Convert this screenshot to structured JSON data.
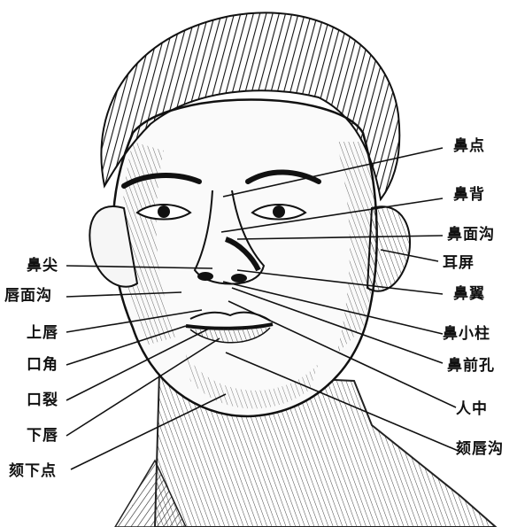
{
  "labels": {
    "bi_dian": "鼻点",
    "bi_bei": "鼻背",
    "bi_mian_gou": "鼻面沟",
    "er_ping": "耳屏",
    "bi_yi": "鼻翼",
    "bi_xiao_zhu": "鼻小柱",
    "bi_qian_kong": "鼻前孔",
    "ren_zhong": "人中",
    "ke_chun_gou": "颏唇沟",
    "bi_jian": "鼻尖",
    "chun_mian_gou": "唇面沟",
    "shang_chun": "上唇",
    "kou_jiao": "口角",
    "kou_lie": "口裂",
    "xia_chun": "下唇",
    "ke_xia_dian": "颏下点"
  },
  "colors": {
    "ink": "#111111",
    "paper": "#ffffff"
  }
}
